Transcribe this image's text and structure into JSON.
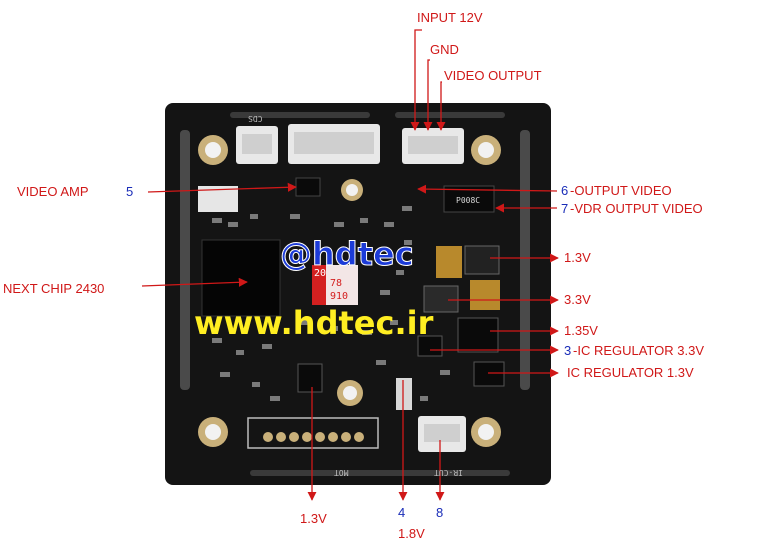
{
  "labels": {
    "input_12v": "INPUT 12V",
    "gnd": "GND",
    "video_output": "VIDEO OUTPUT",
    "video_amp": "VIDEO AMP",
    "video_amp_num": "5",
    "out_video_num": "6",
    "out_video": "-OUTPUT VIDEO",
    "vdr_num": "7",
    "vdr": "-VDR  OUTPUT VIDEO",
    "next_chip": "NEXT CHIP  2430",
    "v13_right": "1.3V",
    "v33_right": "3.3V",
    "v135_right": "1.35V",
    "icreg33_num": "3",
    "icreg33": "-IC REGULATOR  3.3V",
    "icreg13": "IC REGULATOR 1.3V",
    "bottom_13v": "1.3V",
    "bottom_4": "4",
    "bottom_18v": "1.8V",
    "bottom_8": "8"
  },
  "watermark": {
    "handle": "@hdtec",
    "url": "www.hdtec.ir"
  },
  "silkscreen": {
    "cds": "CDS",
    "ircut": "IR-CUT",
    "mot": "MOT",
    "chip_code": "P008C",
    "sticker_top": "20",
    "sticker_mid": "78",
    "sticker_bot": "910"
  },
  "colors": {
    "label_red": "#d01818",
    "label_blue": "#1a2db8",
    "watermark_blue": "#1c3bd8",
    "watermark_yellow": "#ffee22",
    "board": "#141414"
  }
}
